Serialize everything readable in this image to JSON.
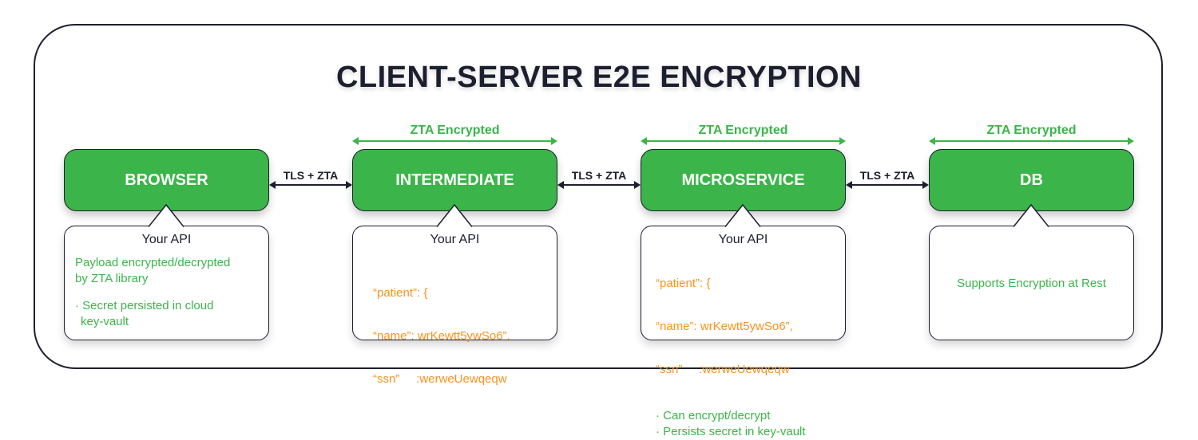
{
  "title": "CLIENT-SERVER E2E ENCRYPTION",
  "zta_label": "ZTA Encrypted",
  "link_label": "TLS + ZTA",
  "colors": {
    "green": "#3bb54a",
    "orange": "#f7931e",
    "dark": "#1c1f2e"
  },
  "nodes": [
    {
      "label": "BROWSER",
      "card": {
        "heading": "Your API",
        "green_lines": [
          "Payload encrypted/decrypted",
          "by ZTA library"
        ],
        "bullets": [
          "Secret persisted in cloud",
          "key-vault"
        ]
      }
    },
    {
      "label": "INTERMEDIATE",
      "card": {
        "heading": "Your API",
        "code": [
          "“patient”: {",
          "“name”: wrKewtt5ywSo6”,",
          "“ssn”     :werweUewqeqw"
        ]
      }
    },
    {
      "label": "MICROSERVICE",
      "card": {
        "heading": "Your API",
        "code": [
          "“patient”: {",
          "“name”: wrKewtt5ywSo6”,",
          "“ssn”     :werweUewqeqw"
        ],
        "bullets": [
          "Can encrypt/decrypt",
          "Persists secret in key-vault"
        ]
      }
    },
    {
      "label": "DB",
      "card": {
        "text": "Supports Encryption at Rest"
      }
    }
  ]
}
